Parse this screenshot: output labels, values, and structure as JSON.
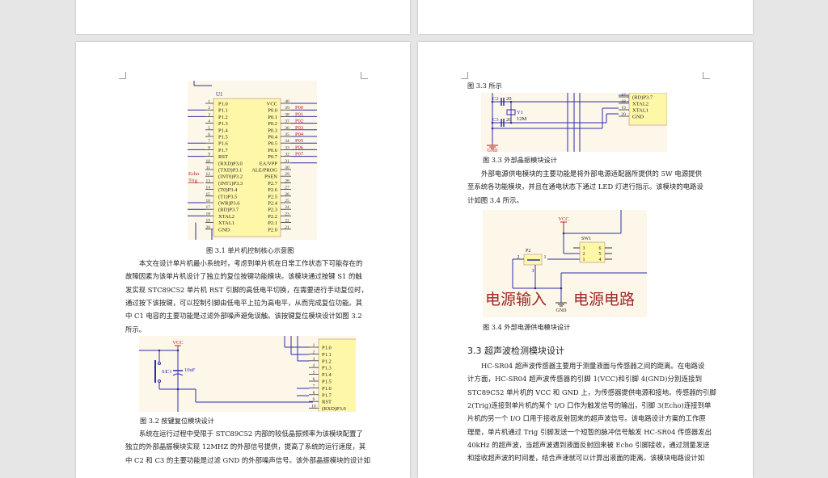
{
  "left_page": {
    "fig31": {
      "chip_name": "U1",
      "left_pins": [
        {
          "n": "1",
          "name": "P1.0"
        },
        {
          "n": "2",
          "name": "P1.1"
        },
        {
          "n": "3",
          "name": "P1.2"
        },
        {
          "n": "4",
          "name": "P1.3"
        },
        {
          "n": "5",
          "name": "P1.4"
        },
        {
          "n": "6",
          "name": "P1.5"
        },
        {
          "n": "7",
          "name": "P1.6"
        },
        {
          "n": "8",
          "name": "P1.7"
        },
        {
          "n": "9",
          "name": "RST"
        },
        {
          "n": "10",
          "name": "(RXD)P3.0"
        },
        {
          "n": "11",
          "name": "(TXD)P3.1"
        },
        {
          "n": "12",
          "name": "(INT0)P3.2"
        },
        {
          "n": "13",
          "name": "(INT1)P3.3"
        },
        {
          "n": "14",
          "name": "(T0)P3.4"
        },
        {
          "n": "15",
          "name": "(T1)P3.5"
        },
        {
          "n": "16",
          "name": "(WR)P3.6"
        },
        {
          "n": "17",
          "name": "(RD)P3.7"
        },
        {
          "n": "18",
          "name": "XTAL2"
        },
        {
          "n": "19",
          "name": "XTAL1"
        },
        {
          "n": "20",
          "name": "GND"
        }
      ],
      "right_pins": [
        {
          "n": "40",
          "name": "VCC",
          "net": ""
        },
        {
          "n": "39",
          "name": "P0.0",
          "net": "P00"
        },
        {
          "n": "38",
          "name": "P0.1",
          "net": "P01"
        },
        {
          "n": "37",
          "name": "P0.2",
          "net": "P02"
        },
        {
          "n": "36",
          "name": "P0.3",
          "net": "P03"
        },
        {
          "n": "35",
          "name": "P0.4",
          "net": "P04"
        },
        {
          "n": "34",
          "name": "P0.5",
          "net": "P05"
        },
        {
          "n": "33",
          "name": "P0.6",
          "net": "P06"
        },
        {
          "n": "32",
          "name": "P0.7",
          "net": "P07"
        },
        {
          "n": "31",
          "name": "EA/VPP",
          "net": ""
        },
        {
          "n": "30",
          "name": "ALE/PROG",
          "net": ""
        },
        {
          "n": "29",
          "name": "PSEN",
          "net": ""
        },
        {
          "n": "28",
          "name": "P2.7",
          "net": ""
        },
        {
          "n": "27",
          "name": "P2.6",
          "net": ""
        },
        {
          "n": "26",
          "name": "P2.5",
          "net": ""
        },
        {
          "n": "25",
          "name": "P2.4",
          "net": ""
        },
        {
          "n": "24",
          "name": "P2.3",
          "net": ""
        },
        {
          "n": "23",
          "name": "P2.2",
          "net": ""
        },
        {
          "n": "22",
          "name": "P2.1",
          "net": ""
        },
        {
          "n": "21",
          "name": "P2.0",
          "net": ""
        }
      ],
      "net_echo": "Echo",
      "net_trig": "Trig"
    },
    "fig31_caption": "图 3.1  单片机控制核心示意图",
    "para1": [
      "本文在设计单片机最小系统时，考虑到单片机在日常工作状态下可能存在的",
      "故障因素为该单片机设计了独立的复位按键功能模块。该模块通过按键 S1 的触",
      "发实现 STC89C52 单片机 RST 引脚的高低电平切换，在需要进行手动复位时，",
      "通过按下该按键，可以控制引脚由低电平上拉为高电平，从而完成复位功能。其",
      "中 C1 电容的主要功能是过滤外部噪声避免误触。该按键复位模块设计如图 3.2",
      "所示。"
    ],
    "fig32": {
      "vcc": "VCC",
      "switch": "S1",
      "cap": "C1",
      "cap_value": "10uF",
      "pins": [
        "P1.0",
        "P1.1",
        "P1.2",
        "P1.3",
        "P1.4",
        "P1.5",
        "P1.6",
        "P1.7",
        "RST",
        "(RXD)P3.0"
      ],
      "pin_numbers": [
        "1",
        "2",
        "3",
        "4",
        "5",
        "6",
        "7",
        "8",
        "9",
        "10"
      ]
    },
    "fig32_caption": "图 3.2 按键复位模块设计",
    "para2": [
      "系统在运行过程中受限于 STC89C52 内部的较低晶振频率为该模块配置了",
      "独立的外部晶振模块实现 12MHZ 的外部信号提供，提高了系统的运行速度，其",
      "中 C2 和 C3 的主要功能是过滤 GND 的外部噪声信号。该外部晶振模块的设计如"
    ]
  },
  "right_page": {
    "continued": "图 3.3 所示",
    "fig33": {
      "c2": "C2",
      "c2_value": "20",
      "c3": "C3",
      "c3_value": "20",
      "crystal": "Y1",
      "crystal_value": "12M",
      "gnd": "GND",
      "pins": [
        {
          "n": "17",
          "name": "(RD)P3.7"
        },
        {
          "n": "18",
          "name": "XTAL2"
        },
        {
          "n": "19",
          "name": "XTAL1"
        },
        {
          "n": "20",
          "name": "GND"
        }
      ]
    },
    "fig33_caption": "图 3.3  外部晶振模块设计",
    "para1": [
      "外部电源供电模块的主要功能是将外部电源适配器所提供的 5W 电源提供",
      "至系统各功能模块，并且在通电状态下通过 LED 灯进行指示。该模块的电路设",
      "计如图 3.4 所示。"
    ],
    "fig34": {
      "vcc": "VCC",
      "switch": "SW1",
      "switch_pins": [
        "3",
        "6",
        "2",
        "5",
        "1",
        "4"
      ],
      "jack": "P2",
      "jack_pins": [
        "2",
        "1",
        "3"
      ],
      "label_input": "电源输入",
      "label_circuit": "电源电路",
      "gnd": "GND"
    },
    "fig34_caption": "图 3.4 外部电源供电模块设计",
    "section_heading": "3.3  超声波检测模块设计",
    "para2": [
      "HC-SR04 超声波传感器主要用于测量液面与传感器之间的距离。在电路设",
      "计方面，HC-SR04 超声波传感器的引脚 1(VCC)和引脚 4(GND)分别连接到",
      "STC89C52 单片机的 VCC 和 GND 上，为传感器提供电源和接地。传感器的引脚",
      "2(Trig)连接到单片机的某个 I/O 口作为触发信号的输出，引脚 3(Echo)连接到单",
      "片机的另一个 I/O 口用于接收反射回来的超声波信号。该电路设计方案的工作原",
      "理是，单片机通过 Trig 引脚发送一个短暂的脉冲信号触发 HC-SR04 传感器发出",
      "40kHz 的超声波，当超声波遇到液面反射回来被 Echo 引脚接收，通过测量发送",
      "和接收超声波的时间差，结合声速就可以计算出液面的距离。该模块电路设计如"
    ]
  },
  "colors": {
    "wire": "#2b2bb0",
    "net_label": "#b02020",
    "chip_fill": "#fff7a8",
    "figure_bg": "#fdf7ea",
    "page_bg": "#e6e6e6"
  }
}
